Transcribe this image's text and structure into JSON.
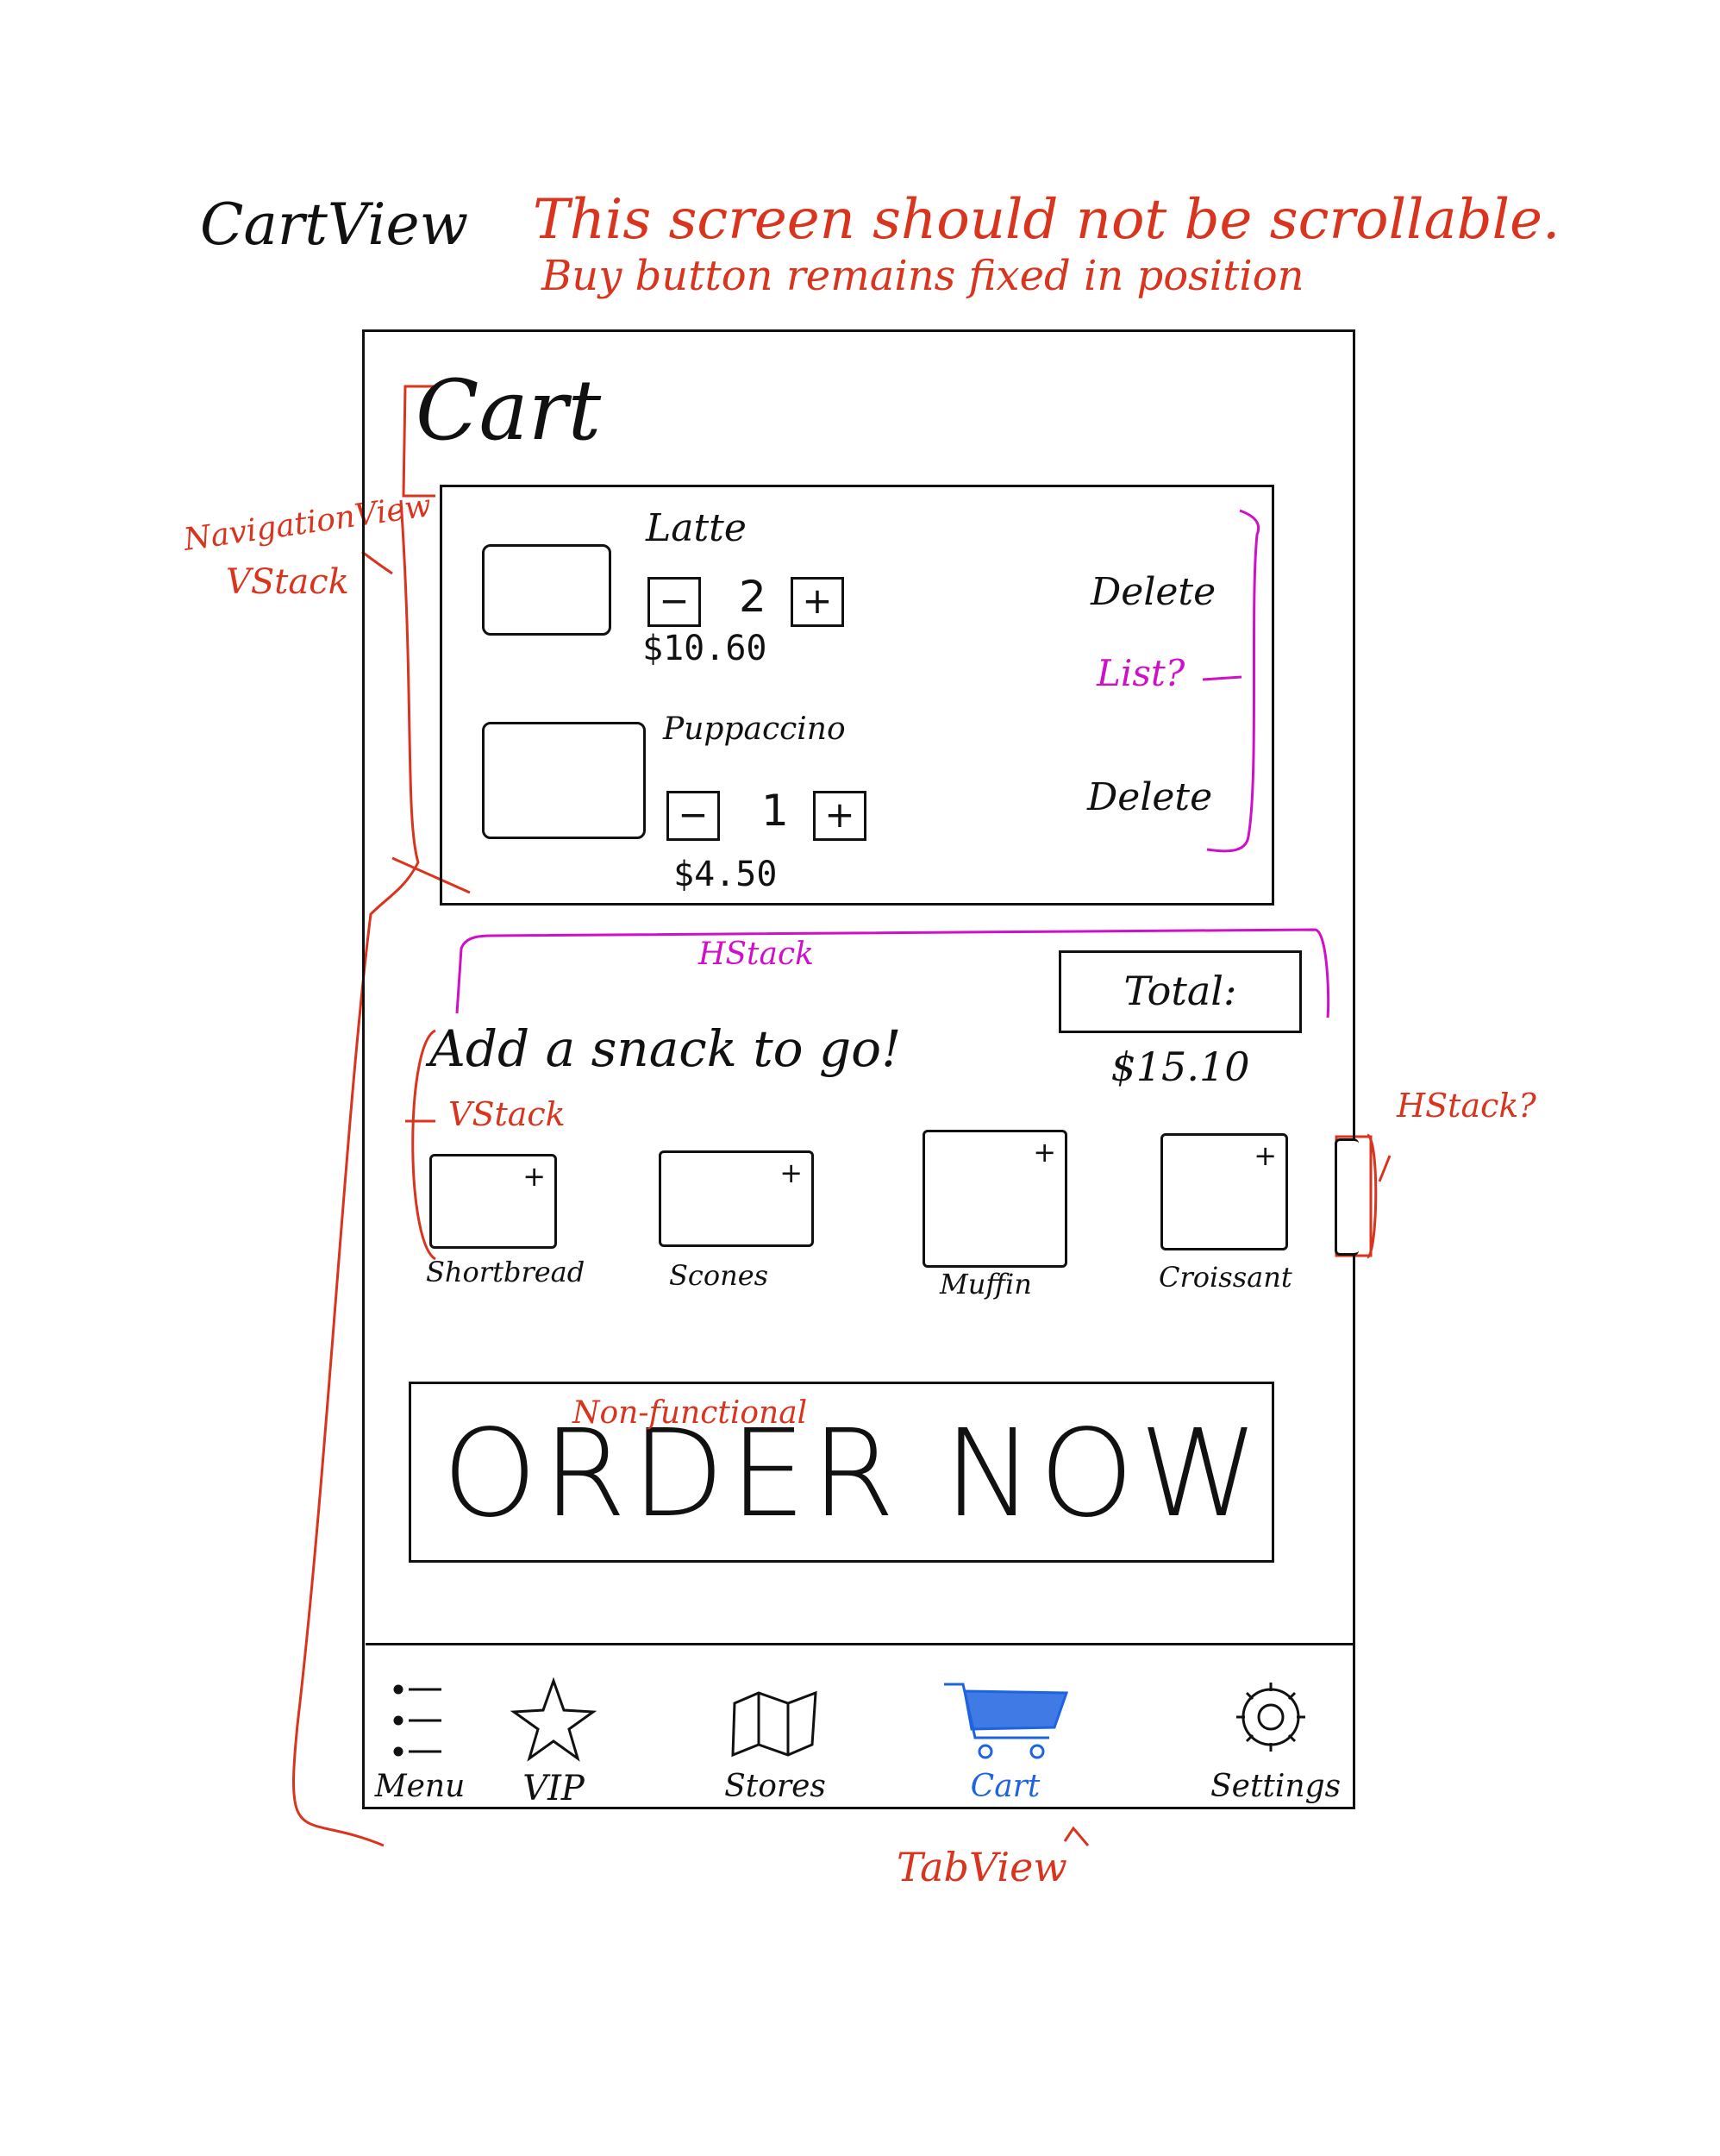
{
  "sheet": {
    "title": "CartView",
    "note_line1": "This screen should not be scrollable.",
    "note_line2": "Buy button remains fixed in position"
  },
  "annotations": {
    "navigation": "NavigationView",
    "vstack_outer": "VStack",
    "list": "List?",
    "hstack_total": "HStack",
    "vstack_snacks": "VStack",
    "hstack_snacks": "HStack?",
    "non_functional": "Non-functional",
    "tabview": "TabView"
  },
  "cart": {
    "title": "Cart",
    "items": [
      {
        "name": "Latte",
        "qty": "2",
        "price": "$10.60",
        "delete": "Delete"
      },
      {
        "name": "Puppaccino",
        "qty": "1",
        "price": "$4.50",
        "delete": "Delete"
      }
    ],
    "minus": "−",
    "plus": "+",
    "total": "Total: $15.10"
  },
  "snacks": {
    "heading": "Add a snack to go!",
    "items": [
      {
        "name": "Shortbread"
      },
      {
        "name": "Scones"
      },
      {
        "name": "Muffin"
      },
      {
        "name": "Croissant"
      }
    ],
    "plus": "+"
  },
  "order_button": {
    "label": "ORDER NOW"
  },
  "tabs": [
    {
      "label": "Menu",
      "icon": "menu-list-icon"
    },
    {
      "label": "VIP",
      "icon": "star-icon"
    },
    {
      "label": "Stores",
      "icon": "map-icon"
    },
    {
      "label": "Cart",
      "icon": "cart-icon",
      "active": true
    },
    {
      "label": "Settings",
      "icon": "gear-icon"
    }
  ],
  "colors": {
    "ink": "#111111",
    "annotation_red": "#d8341e",
    "annotation_magenta": "#d010c8",
    "active_tab_blue": "#1e63e0"
  }
}
